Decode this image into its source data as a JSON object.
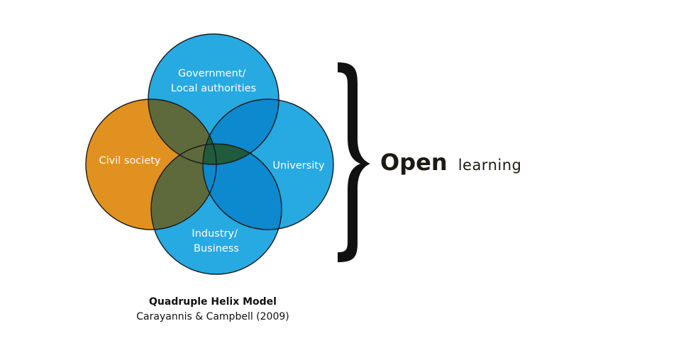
{
  "venn": {
    "circles": [
      {
        "id": "government",
        "label_lines": [
          "Government/",
          "Local authorities"
        ],
        "color": "#27a9e1"
      },
      {
        "id": "civil",
        "label_lines": [
          "Civil society"
        ],
        "color": "#e1911f"
      },
      {
        "id": "university",
        "label_lines": [
          "University"
        ],
        "color": "#27a9e1"
      },
      {
        "id": "industry",
        "label_lines": [
          "Industry/",
          "Business"
        ],
        "color": "#27a9e1"
      }
    ],
    "overlap_colors": {
      "orange_blue": "#5e6a3c",
      "blue_blue": "#0d89cf",
      "center": "#1f5b3c"
    },
    "outline_color": "#1a1a1a"
  },
  "caption": {
    "title": "Quadruple Helix Model",
    "subtitle": "Carayannis & Campbell (2009)"
  },
  "open_learning": {
    "big": "Open",
    "small": "learning",
    "brace_symbol": "curly-brace"
  }
}
